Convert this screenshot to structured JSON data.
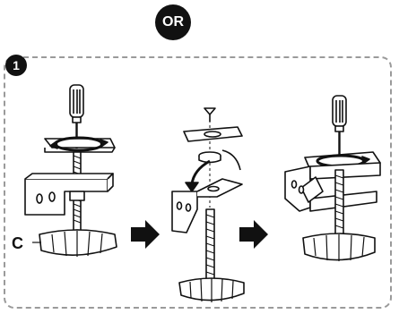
{
  "header": {
    "or_label": "OR"
  },
  "step": {
    "number": "1"
  },
  "labels": {
    "part_c": "C"
  },
  "colors": {
    "ink": "#111111",
    "frame": "#9a9a9a",
    "fill_light": "#f2f2f2",
    "fill_mid": "#d9d9d9"
  },
  "icons": [
    "screwdriver-icon",
    "rotate-arrow-icon",
    "arrow-right-icon",
    "screw-icon"
  ]
}
